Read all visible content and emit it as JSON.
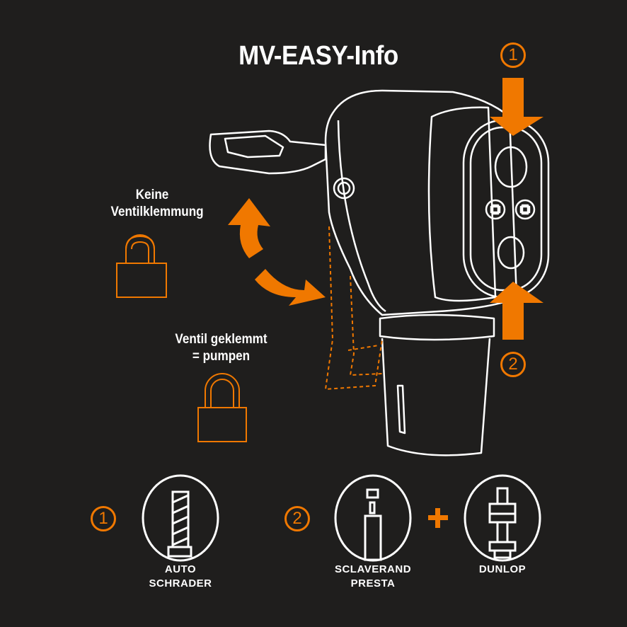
{
  "title": "MV-EASY-Info",
  "states": {
    "unlocked": "Keine\nVentilklemmung",
    "unlocked_l1": "Keine",
    "unlocked_l2": "Ventilklemmung",
    "locked_l1": "Ventil geklemmt",
    "locked_l2": "= pumpen"
  },
  "markers": {
    "one": "1",
    "two": "2",
    "plus": "+"
  },
  "valves": [
    {
      "line1": "AUTO",
      "line2": "SCHRADER",
      "group": "1"
    },
    {
      "line1": "SCLAVERAND",
      "line2": "PRESTA",
      "group": "2"
    },
    {
      "line1": "DUNLOP",
      "line2": "",
      "group": "2"
    }
  ],
  "colors": {
    "accent": "#f07800",
    "background": "#1f1e1d",
    "line": "#ffffff"
  }
}
